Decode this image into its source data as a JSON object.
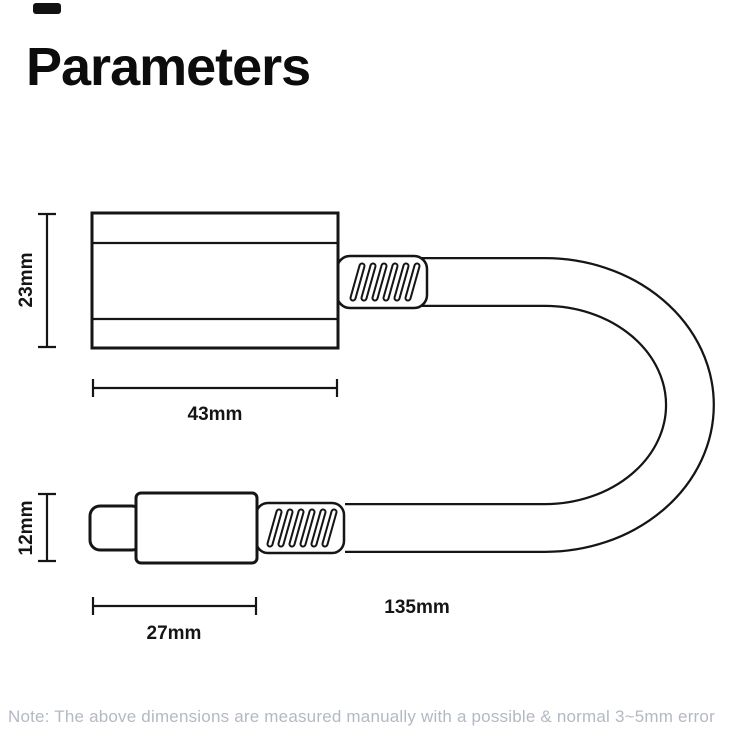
{
  "page": {
    "title": "Parameters",
    "note": "Note: The above dimensions are measured manually with a possible & normal 3~5mm error"
  },
  "diagram": {
    "labels": {
      "usb_a_height": "23mm",
      "usb_a_width": "43mm",
      "usb_c_height": "12mm",
      "usb_c_width": "27mm",
      "cable_length": "135mm"
    }
  },
  "colors": {
    "line": "#151515",
    "note_text": "#b3b9c3",
    "background": "#ffffff"
  }
}
